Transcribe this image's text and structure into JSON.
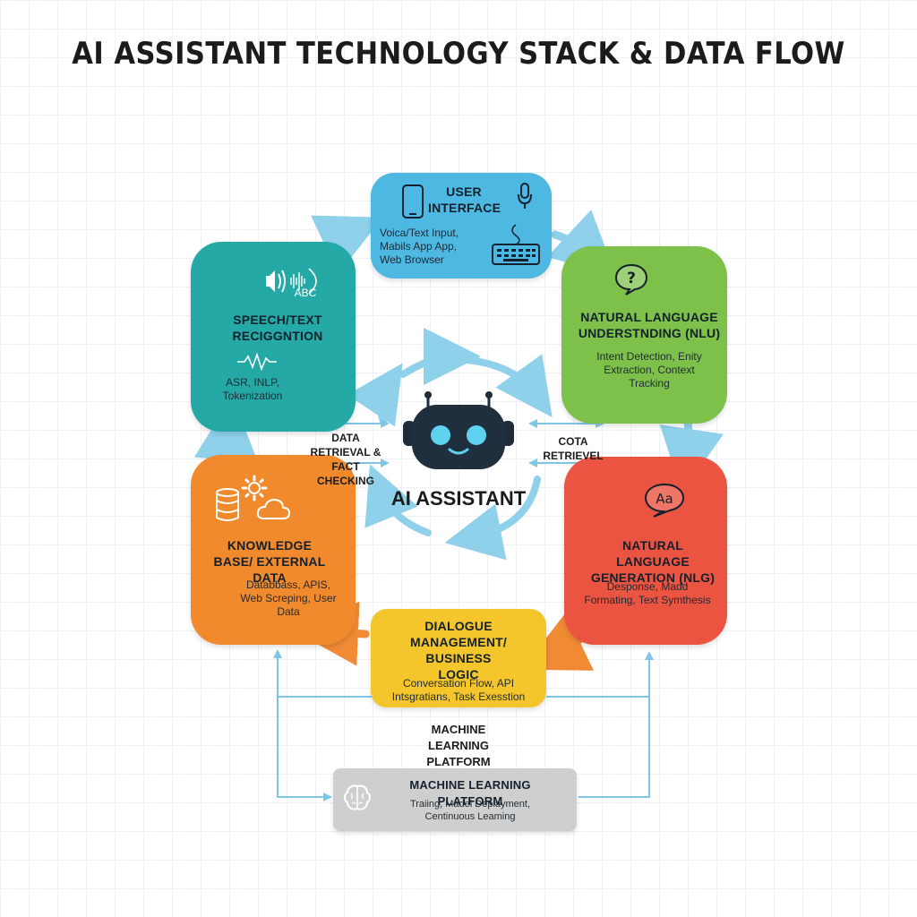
{
  "title": "AI ASSISTANT TECHNOLOGY STACK & DATA FLOW",
  "center": {
    "label": "AI ASSISTANT"
  },
  "links": {
    "left": "DATA RETRIEVAL & FACT CHECKING",
    "right": "COTA RETRIEVEL"
  },
  "nodes": {
    "ui": {
      "title": "USER INTERFACE",
      "desc": "Voica/Text Input, Mabils App App, Web Browser",
      "color": "#4db8e2"
    },
    "nlu": {
      "title": "NATURAL LANGUAGE UNDERSTNDING (NLU)",
      "desc": "Intent Detection, Enity Extraction, Context Tracking",
      "color": "#7dc14b"
    },
    "nlg": {
      "title": "NATURAL LANGUAGE GENERATION (NLG)",
      "desc": "Desponse, Madd Formating, Text Symthesis",
      "color": "#ec5442"
    },
    "dm": {
      "title": "DIALOGUE MANAGEMENT/ BUSINESS LOGIC",
      "desc": "Conversation Flow, API Intsgratians, Task Exesstion",
      "color": "#f5c52c"
    },
    "kb": {
      "title": "KNOWLEDGE BASE/ EXTERNAL DATA",
      "desc": "Databbass, APIS, Web Screping, User Data",
      "color": "#f18a2c"
    },
    "sr": {
      "title": "SPEECH/TEXT RECIGGNTION",
      "desc": "ASR, INLP, Tokenization",
      "color": "#24a9a6",
      "abc": "ABC"
    }
  },
  "ml": {
    "caption": "MACHINE LEARNING PLATFORM",
    "title": "MACHINE LEARNING PLATFORM",
    "desc": "Traiing, Madel Deplayment, Centinuous Leaming",
    "color": "#cfcfcf"
  },
  "icons": [
    "phone-icon",
    "microphone-icon",
    "keyboard-icon",
    "question-bubble-icon",
    "aa-speech-bubble-icon",
    "database-icon",
    "gear-icon",
    "cloud-icon",
    "sound-wave-icon",
    "waveform-icon",
    "brain-icon",
    "robot-icon"
  ]
}
